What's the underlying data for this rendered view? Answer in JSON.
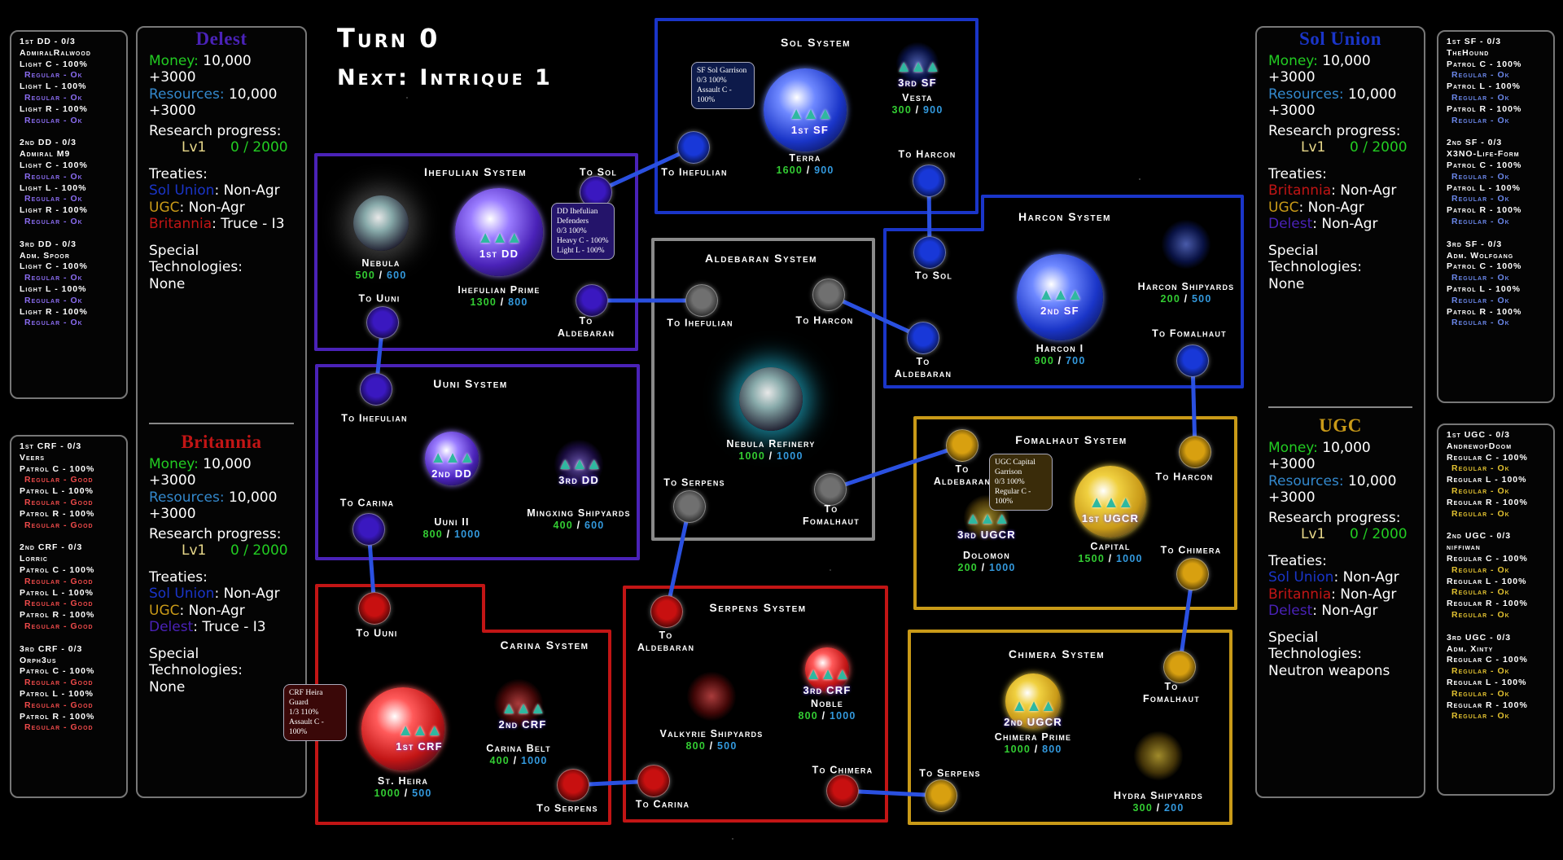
{
  "turn": {
    "title": "Turn 0",
    "next": "Next: Intrique 1"
  },
  "colors": {
    "sol": "#1a35c8",
    "delest": "#4a22b8",
    "britannia": "#c21515",
    "ugc": "#c99a18",
    "neutral": "#8a8a8a"
  },
  "fleet_panels": [
    {
      "theme": "delest",
      "fleets": [
        {
          "title": "1st DD - 0/3",
          "commander": "AdmiralRalwood",
          "ships": [
            [
              "Light C - 100%",
              "Regular - Ok"
            ],
            [
              "Light L - 100%",
              "Regular - Ok"
            ],
            [
              "Light R - 100%",
              "Regular - Ok"
            ]
          ]
        },
        {
          "title": "2nd DD - 0/3",
          "commander": "Admiral M9",
          "ships": [
            [
              "Light C - 100%",
              "Regular - Ok"
            ],
            [
              "Light L - 100%",
              "Regular - Ok"
            ],
            [
              "Light R - 100%",
              "Regular - Ok"
            ]
          ]
        },
        {
          "title": "3rd DD - 0/3",
          "commander": "Adm. Spoor",
          "ships": [
            [
              "Light C - 100%",
              "Regular - Ok"
            ],
            [
              "Light L - 100%",
              "Regular - Ok"
            ],
            [
              "Light R - 100%",
              "Regular - Ok"
            ]
          ]
        }
      ]
    },
    {
      "theme": "britannia",
      "fleets": [
        {
          "title": "1st CRF - 0/3",
          "commander": "Veers",
          "ships": [
            [
              "Patrol C - 100%",
              "Regular - Good"
            ],
            [
              "Patrol L - 100%",
              "Regular - Good"
            ],
            [
              "Patrol R - 100%",
              "Regular - Good"
            ]
          ]
        },
        {
          "title": "2nd CRF - 0/3",
          "commander": "Lorric",
          "ships": [
            [
              "Patrol C - 100%",
              "Regular - Good"
            ],
            [
              "Patrol L - 100%",
              "Regular - Good"
            ],
            [
              "Patrol R - 100%",
              "Regular - Good"
            ]
          ]
        },
        {
          "title": "3rd CRF - 0/3",
          "commander": "Orph3us",
          "ships": [
            [
              "Patrol C - 100%",
              "Regular - Good"
            ],
            [
              "Patrol L - 100%",
              "Regular - Good"
            ],
            [
              "Patrol R - 100%",
              "Regular - Good"
            ]
          ]
        }
      ]
    },
    {
      "theme": "sol",
      "fleets": [
        {
          "title": "1st SF - 0/3",
          "commander": "TheHound",
          "ships": [
            [
              "Patrol C - 100%",
              "Regular - Ok"
            ],
            [
              "Patrol L - 100%",
              "Regular - Ok"
            ],
            [
              "Patrol R - 100%",
              "Regular - Ok"
            ]
          ]
        },
        {
          "title": "2nd SF - 0/3",
          "commander": "X3NO-Life-Form",
          "ships": [
            [
              "Patrol C - 100%",
              "Regular - Ok"
            ],
            [
              "Patrol L - 100%",
              "Regular - Ok"
            ],
            [
              "Patrol R - 100%",
              "Regular - Ok"
            ]
          ]
        },
        {
          "title": "3rd SF - 0/3",
          "commander": "Adm. Wolfgang",
          "ships": [
            [
              "Patrol C - 100%",
              "Regular - Ok"
            ],
            [
              "Patrol L - 100%",
              "Regular - Ok"
            ],
            [
              "Patrol R - 100%",
              "Regular - Ok"
            ]
          ]
        }
      ]
    },
    {
      "theme": "ugc",
      "fleets": [
        {
          "title": "1st UGC - 0/3",
          "commander": "AndrewofDoom",
          "ships": [
            [
              "Regular C - 100%",
              "Regular - Ok"
            ],
            [
              "Regular L - 100%",
              "Regular - Ok"
            ],
            [
              "Regular R - 100%",
              "Regular - Ok"
            ]
          ]
        },
        {
          "title": "2nd UGC - 0/3",
          "commander": "niffiwan",
          "ships": [
            [
              "Regular C - 100%",
              "Regular - Ok"
            ],
            [
              "Regular L - 100%",
              "Regular - Ok"
            ],
            [
              "Regular R - 100%",
              "Regular - Ok"
            ]
          ]
        },
        {
          "title": "3rd UGC - 0/3",
          "commander": "Adm. Xinty",
          "ships": [
            [
              "Regular C - 100%",
              "Regular - Ok"
            ],
            [
              "Regular L - 100%",
              "Regular - Ok"
            ],
            [
              "Regular R - 100%",
              "Regular - Ok"
            ]
          ]
        }
      ]
    }
  ],
  "factions": [
    {
      "name": "Delest",
      "theme": "delest",
      "money_label": "Money:",
      "money": "10,000",
      "money_inc": "+3000",
      "res_label": "Resources:",
      "res": "10,000",
      "res_inc": "+3000",
      "research_label": "Research progress:",
      "level": "Lv1",
      "progress": "0 / 2000",
      "treaties_label": "Treaties:",
      "treaties": [
        {
          "with": "Sol Union",
          "theme": "sol",
          "status": ": Non-Agr"
        },
        {
          "with": "UGC",
          "theme": "ugc",
          "status": ": Non-Agr"
        },
        {
          "with": "Britannia",
          "theme": "britannia",
          "status": ": Truce - I3"
        }
      ],
      "tech_label": "Special Technologies:",
      "tech": "None"
    },
    {
      "name": "Britannia",
      "theme": "britannia",
      "money_label": "Money:",
      "money": "10,000",
      "money_inc": "+3000",
      "res_label": "Resources:",
      "res": "10,000",
      "res_inc": "+3000",
      "research_label": "Research progress:",
      "level": "Lv1",
      "progress": "0 / 2000",
      "treaties_label": "Treaties:",
      "treaties": [
        {
          "with": "Sol Union",
          "theme": "sol",
          "status": ": Non-Agr"
        },
        {
          "with": "UGC",
          "theme": "ugc",
          "status": ": Non-Agr"
        },
        {
          "with": "Delest",
          "theme": "delest",
          "status": ": Truce - I3"
        }
      ],
      "tech_label": "Special Technologies:",
      "tech": "None"
    },
    {
      "name": "Sol Union",
      "theme": "sol",
      "money_label": "Money:",
      "money": "10,000",
      "money_inc": "+3000",
      "res_label": "Resources:",
      "res": "10,000",
      "res_inc": "+3000",
      "research_label": "Research progress:",
      "level": "Lv1",
      "progress": "0 / 2000",
      "treaties_label": "Treaties:",
      "treaties": [
        {
          "with": "Britannia",
          "theme": "britannia",
          "status": ": Non-Agr"
        },
        {
          "with": "UGC",
          "theme": "ugc",
          "status": ": Non-Agr"
        },
        {
          "with": "Delest",
          "theme": "delest",
          "status": ": Non-Agr"
        }
      ],
      "tech_label": "Special Technologies:",
      "tech": "None"
    },
    {
      "name": "UGC",
      "theme": "ugc",
      "money_label": "Money:",
      "money": "10,000",
      "money_inc": "+3000",
      "res_label": "Resources:",
      "res": "10,000",
      "res_inc": "+3000",
      "research_label": "Research progress:",
      "level": "Lv1",
      "progress": "0 / 2000",
      "treaties_label": "Treaties:",
      "treaties": [
        {
          "with": "Sol Union",
          "theme": "sol",
          "status": ":  Non-Agr"
        },
        {
          "with": "Britannia",
          "theme": "britannia",
          "status": ": Non-Agr"
        },
        {
          "with": "Delest",
          "theme": "delest",
          "status": ": Non-Agr"
        }
      ],
      "tech_label": "Special Technologies:",
      "tech": "Neutron weapons"
    }
  ],
  "systems": [
    {
      "name": "Sol System",
      "theme": "sol",
      "nodes": [
        "To Ihefulian",
        "To Harcon"
      ],
      "planets": [
        {
          "name": "Terra",
          "fleet": "1st SF",
          "current": "1600",
          "max": "900"
        },
        {
          "name": "Vesta",
          "fleet": "3rd SF",
          "current": "300",
          "max": "900"
        }
      ]
    },
    {
      "name": "Ihefulian System",
      "theme": "delest",
      "nodes": [
        "To Sol",
        "To Aldebaran",
        "To Uuni"
      ],
      "planets": [
        {
          "name": "Nebula",
          "fleet": "",
          "current": "500",
          "max": "600"
        },
        {
          "name": "Ihefulian Prime",
          "fleet": "1st DD",
          "current": "1300",
          "max": "800"
        }
      ]
    },
    {
      "name": "Aldebaran System",
      "theme": "neutral",
      "nodes": [
        "To Ihefulian",
        "To Harcon",
        "To Serpens",
        "To Fomalhaut"
      ],
      "planets": [
        {
          "name": "Nebula Refinery",
          "fleet": "",
          "current": "1000",
          "max": "1000"
        }
      ]
    },
    {
      "name": "Harcon System",
      "theme": "sol",
      "nodes": [
        "To Sol",
        "To Aldebaran",
        "To Fomalhaut"
      ],
      "planets": [
        {
          "name": "Harcon I",
          "fleet": "2nd SF",
          "current": "900",
          "max": "700"
        },
        {
          "name": "Harcon Shipyards",
          "fleet": "",
          "current": "200",
          "max": "500"
        }
      ]
    },
    {
      "name": "Uuni System",
      "theme": "delest",
      "nodes": [
        "To Ihefulian",
        "To Carina"
      ],
      "planets": [
        {
          "name": "Uuni II",
          "fleet": "2nd DD",
          "current": "800",
          "max": "1000"
        },
        {
          "name": "Mingxing Shipyards",
          "fleet": "3rd DD",
          "current": "400",
          "max": "600"
        }
      ]
    },
    {
      "name": "Fomalhaut System",
      "theme": "ugc",
      "nodes": [
        "To Aldebaran",
        "To Harcon",
        "To Chimera"
      ],
      "planets": [
        {
          "name": "Capital",
          "fleet": "1st UGCR",
          "current": "1500",
          "max": "1000"
        },
        {
          "name": "Dolomon",
          "fleet": "3rd UGCR",
          "current": "200",
          "max": "1000"
        }
      ]
    },
    {
      "name": "Carina System",
      "theme": "britannia",
      "nodes": [
        "To Uuni",
        "To Serpens"
      ],
      "planets": [
        {
          "name": "St. Heira",
          "fleet": "1st CRF",
          "current": "1000",
          "max": "500"
        },
        {
          "name": "Carina Belt",
          "fleet": "2nd CRF",
          "current": "400",
          "max": "1000"
        }
      ]
    },
    {
      "name": "Serpens System",
      "theme": "britannia",
      "nodes": [
        "To Aldebaran",
        "To Carina",
        "To Chimera"
      ],
      "planets": [
        {
          "name": "Valkyrie Shipyards",
          "fleet": "",
          "current": "800",
          "max": "500"
        },
        {
          "name": "Noble",
          "fleet": "3rd CRF",
          "current": "800",
          "max": "1000"
        }
      ]
    },
    {
      "name": "Chimera System",
      "theme": "ugc",
      "nodes": [
        "To Fomalhaut",
        "To Serpens"
      ],
      "planets": [
        {
          "name": "Chimera Prime",
          "fleet": "2nd UGCR",
          "current": "1000",
          "max": "800"
        },
        {
          "name": "Hydra Shipyards",
          "fleet": "",
          "current": "300",
          "max": "200"
        }
      ]
    }
  ],
  "garrisons": [
    {
      "theme": "sol",
      "lines": [
        "SF Sol Garrison",
        "0/3 100%",
        "Assault C - 100%"
      ]
    },
    {
      "theme": "delest",
      "lines": [
        "DD Ihefulian",
        "Defenders",
        "0/3 100%",
        "Heavy C - 100%",
        "Light L - 100%"
      ]
    },
    {
      "theme": "ugc",
      "lines": [
        "UGC Capital",
        "Garrison",
        "0/3 100%",
        "Regular C - 100%"
      ]
    },
    {
      "theme": "britannia",
      "lines": [
        "CRF Heira Guard",
        "1/3 110%",
        "Assault C - 100%"
      ]
    }
  ]
}
